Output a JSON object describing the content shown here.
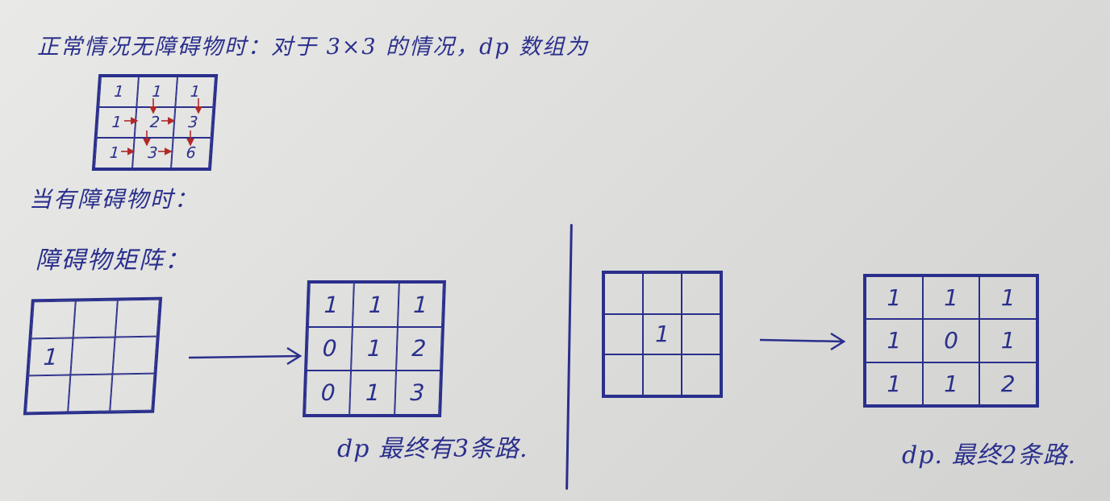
{
  "notes": {
    "line1": "正常情况无障碍物时：对于 3×3 的情况，dp 数组为",
    "line2": "当有障碍物时：",
    "line3": "障碍物矩阵："
  },
  "grids": {
    "dp_no_obstacle": [
      [
        "1",
        "1",
        "1"
      ],
      [
        "1",
        "2",
        "3"
      ],
      [
        "1",
        "3",
        "6"
      ]
    ],
    "obstacle_matrix_1": [
      [
        "",
        "",
        ""
      ],
      [
        "1",
        "",
        ""
      ],
      [
        "",
        "",
        ""
      ]
    ],
    "dp_result_1": [
      [
        "1",
        "1",
        "1"
      ],
      [
        "0",
        "1",
        "2"
      ],
      [
        "0",
        "1",
        "3"
      ]
    ],
    "obstacle_matrix_2": [
      [
        "",
        "",
        ""
      ],
      [
        "",
        "1",
        ""
      ],
      [
        "",
        "",
        ""
      ]
    ],
    "dp_result_2": [
      [
        "1",
        "1",
        "1"
      ],
      [
        "1",
        "0",
        "1"
      ],
      [
        "1",
        "1",
        "2"
      ]
    ]
  },
  "captions": {
    "result_1": "dp  最终有3条路.",
    "result_2": "dp. 最终2条路."
  },
  "colors": {
    "ink": "#2a2f8c",
    "arrows": "#b02a2a",
    "paper": "#e2e2e0"
  }
}
